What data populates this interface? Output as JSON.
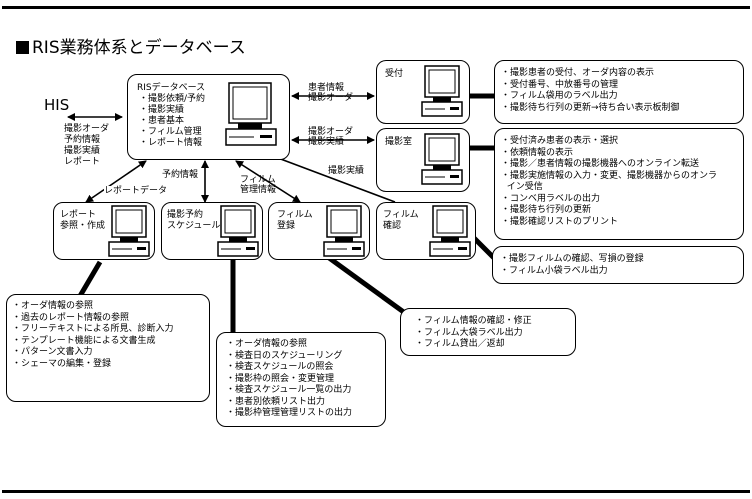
{
  "title": "RIS業務体系とデータベース",
  "his": "HIS",
  "his_flow": "撮影オーダ\n予約情報\n撮影実績\nレポート",
  "ris_db": {
    "name": "RISデータベース",
    "items": "・撮影依頼/予約\n・撮影実績\n・患者基本\n・フィルム管理\n・レポート情報"
  },
  "flows": {
    "uketsuke": "患者情報\n撮影オーダ",
    "satsueishitsu": "撮影オーダ\n撮影実績",
    "report_data": "レポートデータ",
    "yoyaku_info": "予約情報",
    "film_kanri": "フィルム\n管理情報",
    "satsuei_jisseki": "撮影実績"
  },
  "nodes": {
    "uketsuke": "受付",
    "satsueishitsu": "撮影室",
    "report": "レポート\n参照・作成",
    "yoyaku": "撮影予約\nスケジュール",
    "film_toroku": "フィルム\n登録",
    "film_kakunin": "フィルム\n確認"
  },
  "notes": {
    "uketsuke": "・撮影患者の受付、オーダ内容の表示\n・受付番号、中放番号の管理\n・フィルム袋用のラベル出力\n・撮影待ち行列の更新→待ち合い表示板制御",
    "satsueishitsu": "・受付済み患者の表示・選択\n・依頼情報の表示\n・撮影／患者情報の撮影機器へのオンライン転送\n・撮影実施情報の入力・変更、撮影機器からのオンラ\n  イン受信\n・コンベ用ラベルの出力\n・撮影待ち行列の更新\n・撮影確認リストのプリント",
    "film_kakunin": "・撮影フィルムの確認、写損の登録\n・フィルム小袋ラベル出力",
    "film_toroku": "・フィルム情報の確認・修正\n・フィルム大袋ラベル出力\n・フィルム貸出／返却",
    "yoyaku": "・オーダ情報の参照\n・検査日のスケジューリング\n・検査スケジュールの照会\n・撮影枠の照会・変更管理\n・検査スケジュール一覧の出力\n・患者別依頼リスト出力\n・撮影枠管理管理リストの出力",
    "report": "・オーダ情報の参照\n・過去のレポート情報の参照\n・フリーテキストによる所見、診断入力\n・テンプレート機能による文書生成\n・パターン文書入力\n・シェーマの編集・登録"
  }
}
